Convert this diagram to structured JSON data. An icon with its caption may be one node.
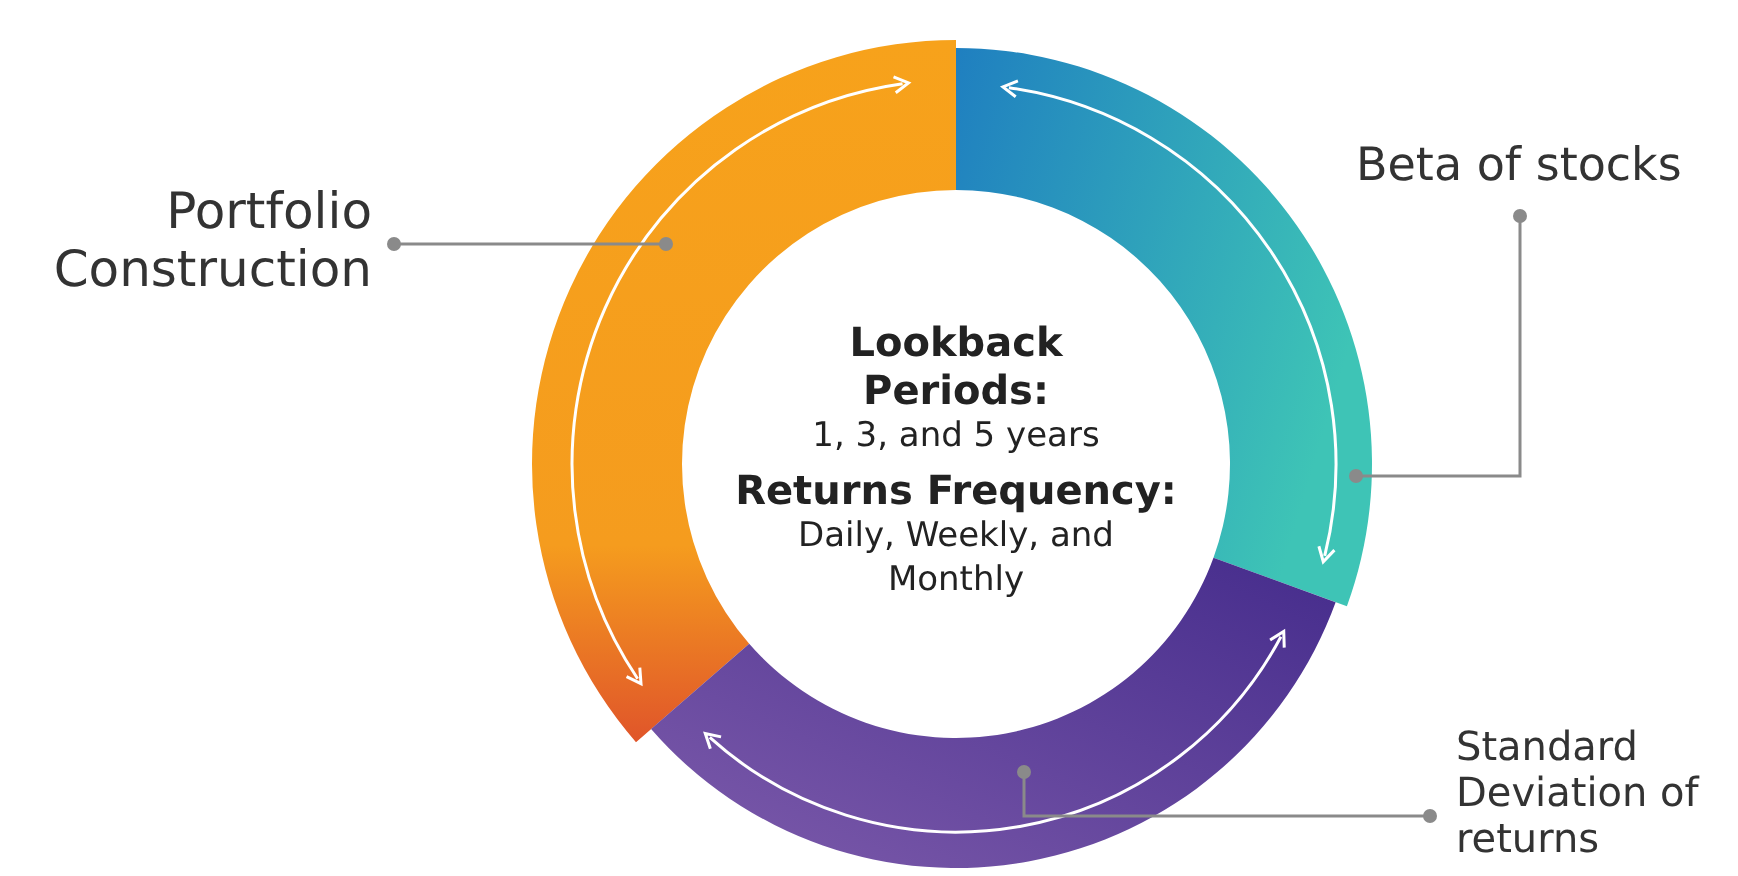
{
  "diagram": {
    "nodes": [
      {
        "text": [
          "Lookback Periods:",
          "1, 3, and 5 years",
          "Returns Frequency:",
          "Daily, Weekly, and Monthly"
        ]
      },
      {
        "text": [],
        "shape": "arc"
      },
      {
        "text": [],
        "shape": "arc"
      },
      {
        "text": [],
        "shape": "arc"
      },
      {
        "text": [
          "Portfolio Construction"
        ]
      },
      {
        "text": [
          "Beta of stocks"
        ]
      },
      {
        "text": [
          "Standard Deviation of returns"
        ]
      }
    ],
    "edges": [
      {
        "from": 4,
        "to": 1,
        "arrow": "other"
      },
      {
        "from": 5,
        "to": 2,
        "arrow": "other"
      },
      {
        "from": 6,
        "to": 3,
        "arrow": "other"
      }
    ]
  }
}
